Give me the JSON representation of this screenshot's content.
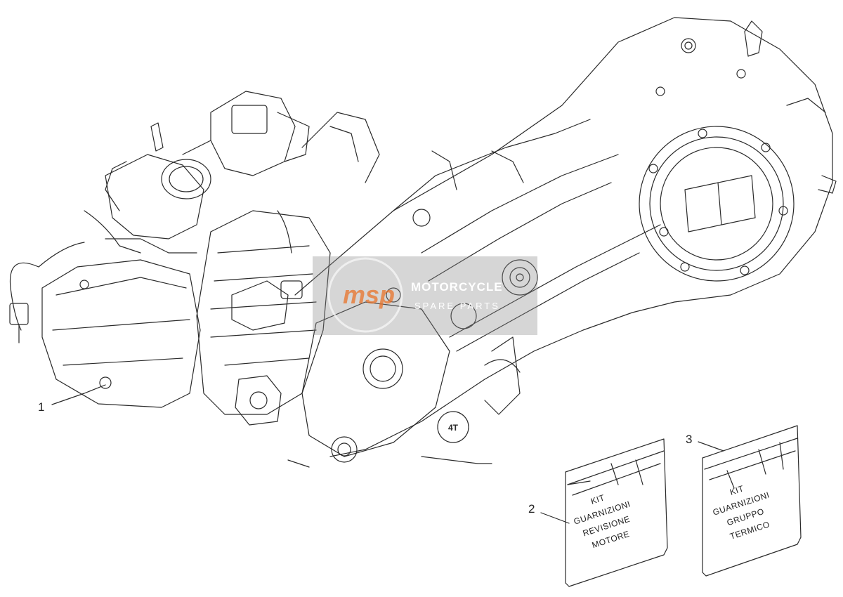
{
  "callouts": [
    {
      "id": "1",
      "label": "1"
    },
    {
      "id": "2",
      "label": "2"
    },
    {
      "id": "3",
      "label": "3"
    }
  ],
  "kit_revisione": {
    "lines": [
      "KIT",
      "GUARNIZIONI",
      "REVISIONE",
      "MOTORE"
    ]
  },
  "kit_termico": {
    "lines": [
      "KIT",
      "GUARNIZIONI",
      "GRUPPO",
      "TERMICO"
    ]
  },
  "engine_badge": "4T",
  "watermark": {
    "logo": "msp",
    "brand": "MOTORCYCLE",
    "sub": "SPARE PARTS"
  },
  "colors": {
    "line": "#2a2a2a",
    "watermark_bg": "#8a8a8a",
    "watermark_logo": "#e8732a"
  }
}
